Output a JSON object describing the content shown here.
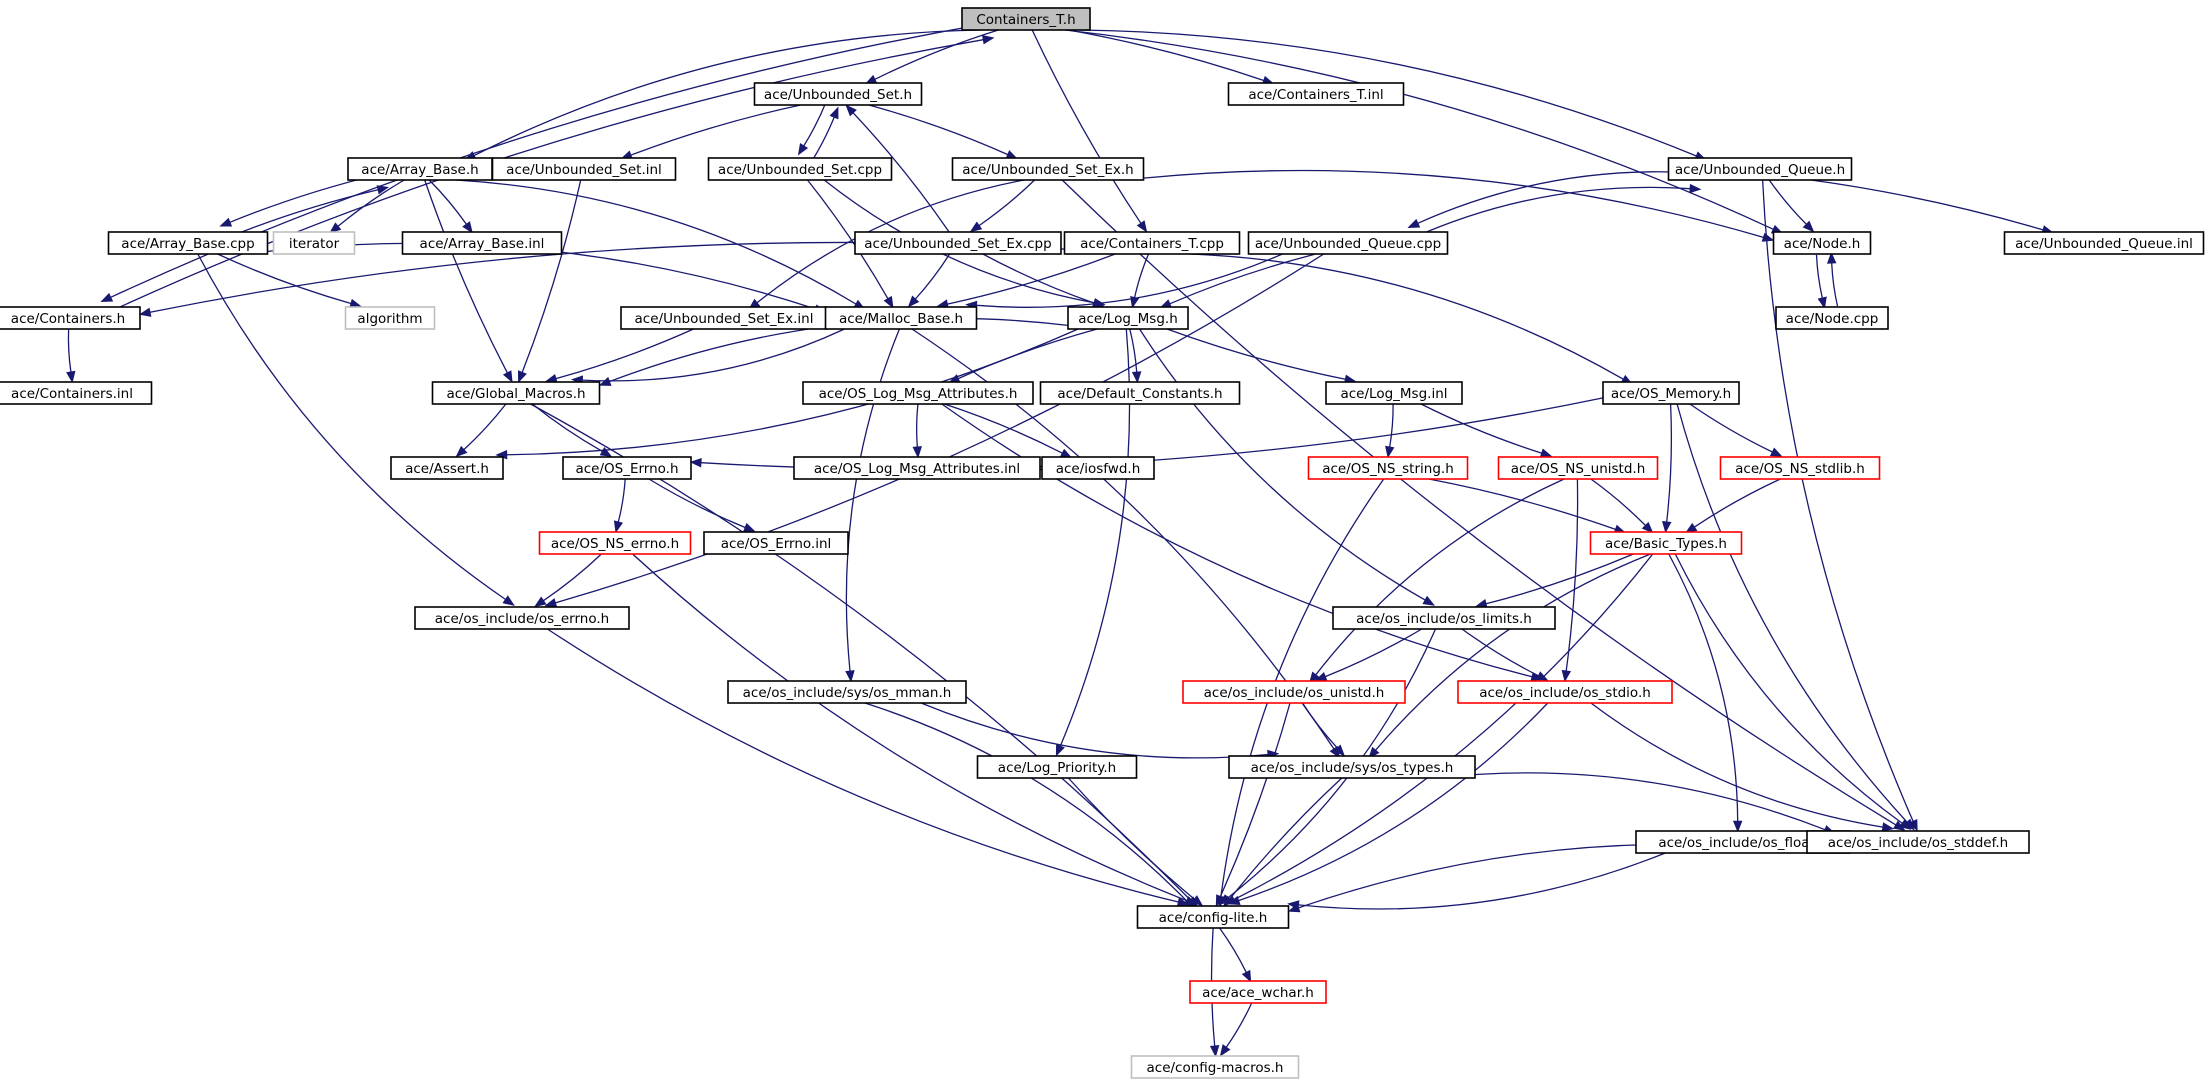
{
  "colors": {
    "edge": "#191970",
    "border_normal": "#000000",
    "border_truncated": "#ff0000",
    "border_external": "#bfbfbf",
    "fill_root": "#bfbfbf",
    "fill_normal": "#ffffff"
  },
  "nodes": [
    {
      "id": "containers_t_h",
      "label": "Containers_T.h",
      "kind": "root"
    },
    {
      "id": "unbounded_set_h",
      "label": "ace/Unbounded_Set.h",
      "kind": "normal"
    },
    {
      "id": "containers_t_inl",
      "label": "ace/Containers_T.inl",
      "kind": "normal"
    },
    {
      "id": "array_base_h",
      "label": "ace/Array_Base.h",
      "kind": "normal"
    },
    {
      "id": "unbounded_set_inl",
      "label": "ace/Unbounded_Set.inl",
      "kind": "normal"
    },
    {
      "id": "unbounded_set_cpp",
      "label": "ace/Unbounded_Set.cpp",
      "kind": "normal"
    },
    {
      "id": "unbounded_set_ex_h",
      "label": "ace/Unbounded_Set_Ex.h",
      "kind": "normal"
    },
    {
      "id": "unbounded_queue_h",
      "label": "ace/Unbounded_Queue.h",
      "kind": "normal"
    },
    {
      "id": "array_base_cpp",
      "label": "ace/Array_Base.cpp",
      "kind": "normal"
    },
    {
      "id": "iterator",
      "label": "iterator",
      "kind": "external"
    },
    {
      "id": "array_base_inl",
      "label": "ace/Array_Base.inl",
      "kind": "normal"
    },
    {
      "id": "unbounded_set_ex_cpp",
      "label": "ace/Unbounded_Set_Ex.cpp",
      "kind": "normal"
    },
    {
      "id": "containers_t_cpp",
      "label": "ace/Containers_T.cpp",
      "kind": "normal"
    },
    {
      "id": "unbounded_queue_cpp",
      "label": "ace/Unbounded_Queue.cpp",
      "kind": "normal"
    },
    {
      "id": "node_h",
      "label": "ace/Node.h",
      "kind": "normal"
    },
    {
      "id": "unbounded_queue_inl",
      "label": "ace/Unbounded_Queue.inl",
      "kind": "normal"
    },
    {
      "id": "containers_h",
      "label": "ace/Containers.h",
      "kind": "normal"
    },
    {
      "id": "algorithm",
      "label": "algorithm",
      "kind": "external"
    },
    {
      "id": "unbounded_set_ex_inl",
      "label": "ace/Unbounded_Set_Ex.inl",
      "kind": "normal"
    },
    {
      "id": "malloc_base_h",
      "label": "ace/Malloc_Base.h",
      "kind": "normal"
    },
    {
      "id": "log_msg_h",
      "label": "ace/Log_Msg.h",
      "kind": "normal"
    },
    {
      "id": "node_cpp",
      "label": "ace/Node.cpp",
      "kind": "normal"
    },
    {
      "id": "containers_inl",
      "label": "ace/Containers.inl",
      "kind": "normal"
    },
    {
      "id": "global_macros_h",
      "label": "ace/Global_Macros.h",
      "kind": "normal"
    },
    {
      "id": "os_log_msg_attributes_h",
      "label": "ace/OS_Log_Msg_Attributes.h",
      "kind": "normal"
    },
    {
      "id": "default_constants_h",
      "label": "ace/Default_Constants.h",
      "kind": "normal"
    },
    {
      "id": "log_msg_inl",
      "label": "ace/Log_Msg.inl",
      "kind": "normal"
    },
    {
      "id": "os_memory_h",
      "label": "ace/OS_Memory.h",
      "kind": "normal"
    },
    {
      "id": "assert_h",
      "label": "ace/Assert.h",
      "kind": "normal"
    },
    {
      "id": "os_errno_h",
      "label": "ace/OS_Errno.h",
      "kind": "normal"
    },
    {
      "id": "os_log_msg_attributes_inl",
      "label": "ace/OS_Log_Msg_Attributes.inl",
      "kind": "normal"
    },
    {
      "id": "iosfwd_h",
      "label": "ace/iosfwd.h",
      "kind": "normal"
    },
    {
      "id": "os_ns_string_h",
      "label": "ace/OS_NS_string.h",
      "kind": "truncated"
    },
    {
      "id": "os_ns_unistd_h",
      "label": "ace/OS_NS_unistd.h",
      "kind": "truncated"
    },
    {
      "id": "os_ns_stdlib_h",
      "label": "ace/OS_NS_stdlib.h",
      "kind": "truncated"
    },
    {
      "id": "os_ns_errno_h",
      "label": "ace/OS_NS_errno.h",
      "kind": "truncated"
    },
    {
      "id": "os_errno_inl",
      "label": "ace/OS_Errno.inl",
      "kind": "normal"
    },
    {
      "id": "basic_types_h",
      "label": "ace/Basic_Types.h",
      "kind": "truncated"
    },
    {
      "id": "os_include_os_errno_h",
      "label": "ace/os_include/os_errno.h",
      "kind": "normal"
    },
    {
      "id": "os_include_os_limits_h",
      "label": "ace/os_include/os_limits.h",
      "kind": "normal"
    },
    {
      "id": "os_include_sys_os_mman_h",
      "label": "ace/os_include/sys/os_mman.h",
      "kind": "normal"
    },
    {
      "id": "os_include_os_unistd_h",
      "label": "ace/os_include/os_unistd.h",
      "kind": "truncated"
    },
    {
      "id": "os_include_os_stdio_h",
      "label": "ace/os_include/os_stdio.h",
      "kind": "truncated"
    },
    {
      "id": "log_priority_h",
      "label": "ace/Log_Priority.h",
      "kind": "normal"
    },
    {
      "id": "os_include_sys_os_types_h",
      "label": "ace/os_include/sys/os_types.h",
      "kind": "normal"
    },
    {
      "id": "os_include_os_float_h",
      "label": "ace/os_include/os_float.h",
      "kind": "normal"
    },
    {
      "id": "os_include_os_stddef_h",
      "label": "ace/os_include/os_stddef.h",
      "kind": "normal"
    },
    {
      "id": "config_lite_h",
      "label": "ace/config-lite.h",
      "kind": "normal"
    },
    {
      "id": "ace_wchar_h",
      "label": "ace/ace_wchar.h",
      "kind": "truncated"
    },
    {
      "id": "config_macros_h",
      "label": "ace/config-macros.h",
      "kind": "external"
    }
  ],
  "edges": [
    [
      "containers_t_h",
      "unbounded_set_h"
    ],
    [
      "containers_t_h",
      "containers_t_inl"
    ],
    [
      "containers_t_h",
      "array_base_h"
    ],
    [
      "containers_t_h",
      "unbounded_queue_h"
    ],
    [
      "containers_t_h",
      "containers_t_cpp"
    ],
    [
      "containers_t_h",
      "node_h"
    ],
    [
      "containers_t_h",
      "containers_h"
    ],
    [
      "containers_h",
      "containers_t_h"
    ],
    [
      "unbounded_set_h",
      "unbounded_set_inl"
    ],
    [
      "unbounded_set_h",
      "unbounded_set_cpp"
    ],
    [
      "unbounded_set_cpp",
      "unbounded_set_h"
    ],
    [
      "unbounded_set_h",
      "unbounded_set_ex_h"
    ],
    [
      "unbounded_set_ex_cpp",
      "unbounded_set_h"
    ],
    [
      "unbounded_set_cpp",
      "malloc_base_h"
    ],
    [
      "unbounded_set_cpp",
      "log_msg_h"
    ],
    [
      "unbounded_set_inl",
      "global_macros_h"
    ],
    [
      "array_base_h",
      "array_base_cpp"
    ],
    [
      "array_base_cpp",
      "array_base_h"
    ],
    [
      "array_base_h",
      "iterator"
    ],
    [
      "array_base_h",
      "array_base_inl"
    ],
    [
      "array_base_h",
      "global_macros_h"
    ],
    [
      "array_base_h",
      "malloc_base_h"
    ],
    [
      "array_base_cpp",
      "algorithm"
    ],
    [
      "array_base_cpp",
      "malloc_base_h"
    ],
    [
      "array_base_cpp",
      "os_include_os_errno_h"
    ],
    [
      "unbounded_set_ex_h",
      "unbounded_set_ex_cpp"
    ],
    [
      "unbounded_set_ex_h",
      "unbounded_set_ex_inl"
    ],
    [
      "unbounded_set_ex_h",
      "node_h"
    ],
    [
      "unbounded_set_ex_h",
      "os_include_os_stddef_h"
    ],
    [
      "unbounded_set_ex_cpp",
      "malloc_base_h"
    ],
    [
      "unbounded_set_ex_cpp",
      "log_msg_h"
    ],
    [
      "unbounded_set_ex_inl",
      "global_macros_h"
    ],
    [
      "unbounded_queue_h",
      "unbounded_queue_cpp"
    ],
    [
      "unbounded_queue_cpp",
      "unbounded_queue_h"
    ],
    [
      "unbounded_queue_h",
      "node_h"
    ],
    [
      "unbounded_queue_h",
      "unbounded_queue_inl"
    ],
    [
      "unbounded_queue_h",
      "os_include_os_stddef_h"
    ],
    [
      "unbounded_queue_cpp",
      "malloc_base_h"
    ],
    [
      "unbounded_queue_cpp",
      "log_msg_h"
    ],
    [
      "unbounded_queue_cpp",
      "os_include_os_errno_h"
    ],
    [
      "containers_t_cpp",
      "containers_h"
    ],
    [
      "containers_t_cpp",
      "malloc_base_h"
    ],
    [
      "containers_t_cpp",
      "log_msg_h"
    ],
    [
      "containers_t_cpp",
      "os_memory_h"
    ],
    [
      "node_h",
      "node_cpp"
    ],
    [
      "node_cpp",
      "node_h"
    ],
    [
      "containers_h",
      "containers_inl"
    ],
    [
      "malloc_base_h",
      "global_macros_h"
    ],
    [
      "malloc_base_h",
      "os_include_sys_os_mman_h"
    ],
    [
      "malloc_base_h",
      "os_include_sys_os_types_h"
    ],
    [
      "log_msg_h",
      "global_macros_h"
    ],
    [
      "log_msg_h",
      "assert_h"
    ],
    [
      "log_msg_h",
      "os_log_msg_attributes_h"
    ],
    [
      "log_msg_h",
      "default_constants_h"
    ],
    [
      "log_msg_h",
      "log_msg_inl"
    ],
    [
      "log_msg_h",
      "log_priority_h"
    ],
    [
      "log_msg_h",
      "os_include_os_limits_h"
    ],
    [
      "global_macros_h",
      "assert_h"
    ],
    [
      "global_macros_h",
      "os_errno_h"
    ],
    [
      "global_macros_h",
      "config_lite_h"
    ],
    [
      "os_log_msg_attributes_h",
      "os_log_msg_attributes_inl"
    ],
    [
      "os_log_msg_attributes_h",
      "iosfwd_h"
    ],
    [
      "os_log_msg_attributes_h",
      "os_include_os_stdio_h"
    ],
    [
      "log_msg_inl",
      "os_ns_string_h"
    ],
    [
      "log_msg_inl",
      "os_ns_unistd_h"
    ],
    [
      "os_memory_h",
      "os_errno_h"
    ],
    [
      "os_memory_h",
      "os_ns_stdlib_h"
    ],
    [
      "os_memory_h",
      "basic_types_h"
    ],
    [
      "os_memory_h",
      "os_include_os_stddef_h"
    ],
    [
      "os_errno_h",
      "os_ns_errno_h"
    ],
    [
      "os_errno_h",
      "os_errno_inl"
    ],
    [
      "os_ns_errno_h",
      "os_include_os_errno_h"
    ],
    [
      "os_ns_errno_h",
      "config_lite_h"
    ],
    [
      "os_ns_string_h",
      "basic_types_h"
    ],
    [
      "os_ns_string_h",
      "config_lite_h"
    ],
    [
      "os_ns_unistd_h",
      "basic_types_h"
    ],
    [
      "os_ns_unistd_h",
      "os_include_os_unistd_h"
    ],
    [
      "os_ns_unistd_h",
      "os_include_os_stdio_h"
    ],
    [
      "os_ns_stdlib_h",
      "basic_types_h"
    ],
    [
      "basic_types_h",
      "os_include_os_limits_h"
    ],
    [
      "basic_types_h",
      "os_include_sys_os_types_h"
    ],
    [
      "basic_types_h",
      "os_include_os_float_h"
    ],
    [
      "basic_types_h",
      "os_include_os_stddef_h"
    ],
    [
      "basic_types_h",
      "config_lite_h"
    ],
    [
      "os_include_os_errno_h",
      "config_lite_h"
    ],
    [
      "os_include_os_limits_h",
      "os_include_os_unistd_h"
    ],
    [
      "os_include_os_limits_h",
      "os_include_os_stdio_h"
    ],
    [
      "os_include_os_limits_h",
      "config_lite_h"
    ],
    [
      "os_include_sys_os_mman_h",
      "os_include_sys_os_types_h"
    ],
    [
      "os_include_sys_os_mman_h",
      "config_lite_h"
    ],
    [
      "os_include_os_unistd_h",
      "os_include_sys_os_types_h"
    ],
    [
      "os_include_os_unistd_h",
      "config_lite_h"
    ],
    [
      "os_include_os_stdio_h",
      "os_include_os_stddef_h"
    ],
    [
      "os_include_os_stdio_h",
      "config_lite_h"
    ],
    [
      "log_priority_h",
      "config_lite_h"
    ],
    [
      "os_include_sys_os_types_h",
      "os_include_os_stddef_h"
    ],
    [
      "os_include_sys_os_types_h",
      "config_lite_h"
    ],
    [
      "os_include_os_float_h",
      "config_lite_h"
    ],
    [
      "os_include_os_stddef_h",
      "config_lite_h"
    ],
    [
      "config_lite_h",
      "ace_wchar_h"
    ],
    [
      "config_lite_h",
      "config_macros_h"
    ],
    [
      "ace_wchar_h",
      "config_macros_h"
    ]
  ]
}
